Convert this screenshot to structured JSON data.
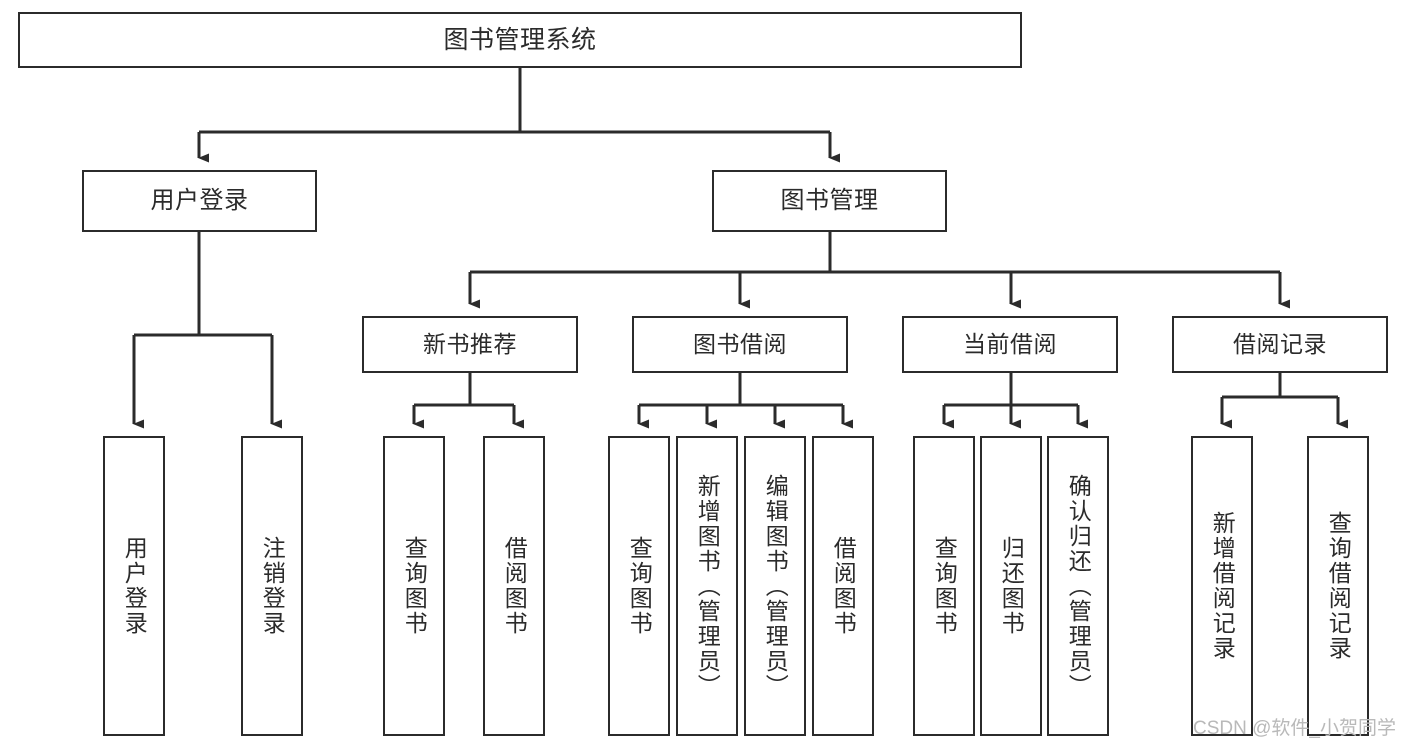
{
  "diagram": {
    "title": "图书管理系统",
    "type": "tree-hierarchy",
    "stroke_color": "#2b2b2b",
    "fill_color": "#ffffff",
    "background": "#ffffff",
    "levels": 4
  },
  "nodes": {
    "root": {
      "label": "图书管理系统"
    },
    "level2": [
      {
        "id": "user-login",
        "label": "用户登录"
      },
      {
        "id": "book-manage",
        "label": "图书管理"
      }
    ],
    "level3": [
      {
        "id": "new-book-recommend",
        "label": "新书推荐",
        "parent": "book-manage"
      },
      {
        "id": "book-borrow",
        "label": "图书借阅",
        "parent": "book-manage"
      },
      {
        "id": "current-borrow",
        "label": "当前借阅",
        "parent": "book-manage"
      },
      {
        "id": "borrow-record",
        "label": "借阅记录",
        "parent": "book-manage"
      }
    ],
    "leaves": [
      {
        "id": "leaf-user-login",
        "label": "用户登录",
        "parent": "user-login"
      },
      {
        "id": "leaf-logout-login",
        "label": "注销登录",
        "parent": "user-login"
      },
      {
        "id": "leaf-query-book-1",
        "label": "查询图书",
        "parent": "new-book-recommend"
      },
      {
        "id": "leaf-borrow-book-1",
        "label": "借阅图书",
        "parent": "new-book-recommend"
      },
      {
        "id": "leaf-query-book-2",
        "label": "查询图书",
        "parent": "book-borrow"
      },
      {
        "id": "leaf-add-book",
        "label": "新增图书（管理员）",
        "parent": "book-borrow"
      },
      {
        "id": "leaf-edit-book",
        "label": "编辑图书（管理员）",
        "parent": "book-borrow"
      },
      {
        "id": "leaf-borrow-book-2",
        "label": "借阅图书",
        "parent": "book-borrow"
      },
      {
        "id": "leaf-query-book-3",
        "label": "查询图书",
        "parent": "current-borrow"
      },
      {
        "id": "leaf-return-book",
        "label": "归还图书",
        "parent": "current-borrow"
      },
      {
        "id": "leaf-confirm-return",
        "label": "确认归还（管理员）",
        "parent": "current-borrow"
      },
      {
        "id": "leaf-add-record",
        "label": "新增借阅记录",
        "parent": "borrow-record"
      },
      {
        "id": "leaf-query-record",
        "label": "查询借阅记录",
        "parent": "borrow-record"
      }
    ]
  },
  "watermark": {
    "text": "CSDN @软件_小贺同学"
  }
}
